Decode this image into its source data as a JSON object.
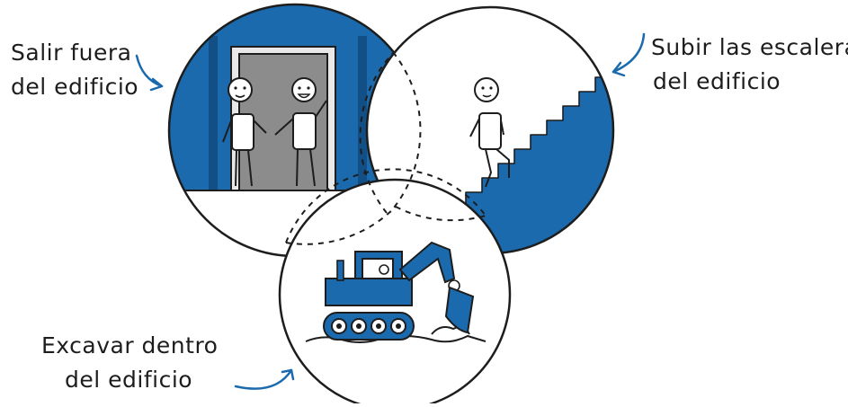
{
  "labels": {
    "out": {
      "line1": "Salir fuera",
      "line2": "del edificio"
    },
    "up": {
      "line1": "Subir las escaleras",
      "line2": "del edificio"
    },
    "dig": {
      "line1": "Excavar dentro",
      "line2": "del edificio"
    }
  },
  "colors": {
    "accent": "#1a6aad",
    "door": "#8c8c8c",
    "ink": "#1d1d1d",
    "background": "#ffffff"
  },
  "icons": [
    "door-scene-illustration",
    "staircase-scene-illustration",
    "excavator-scene-illustration",
    "curved-arrow-icon"
  ]
}
